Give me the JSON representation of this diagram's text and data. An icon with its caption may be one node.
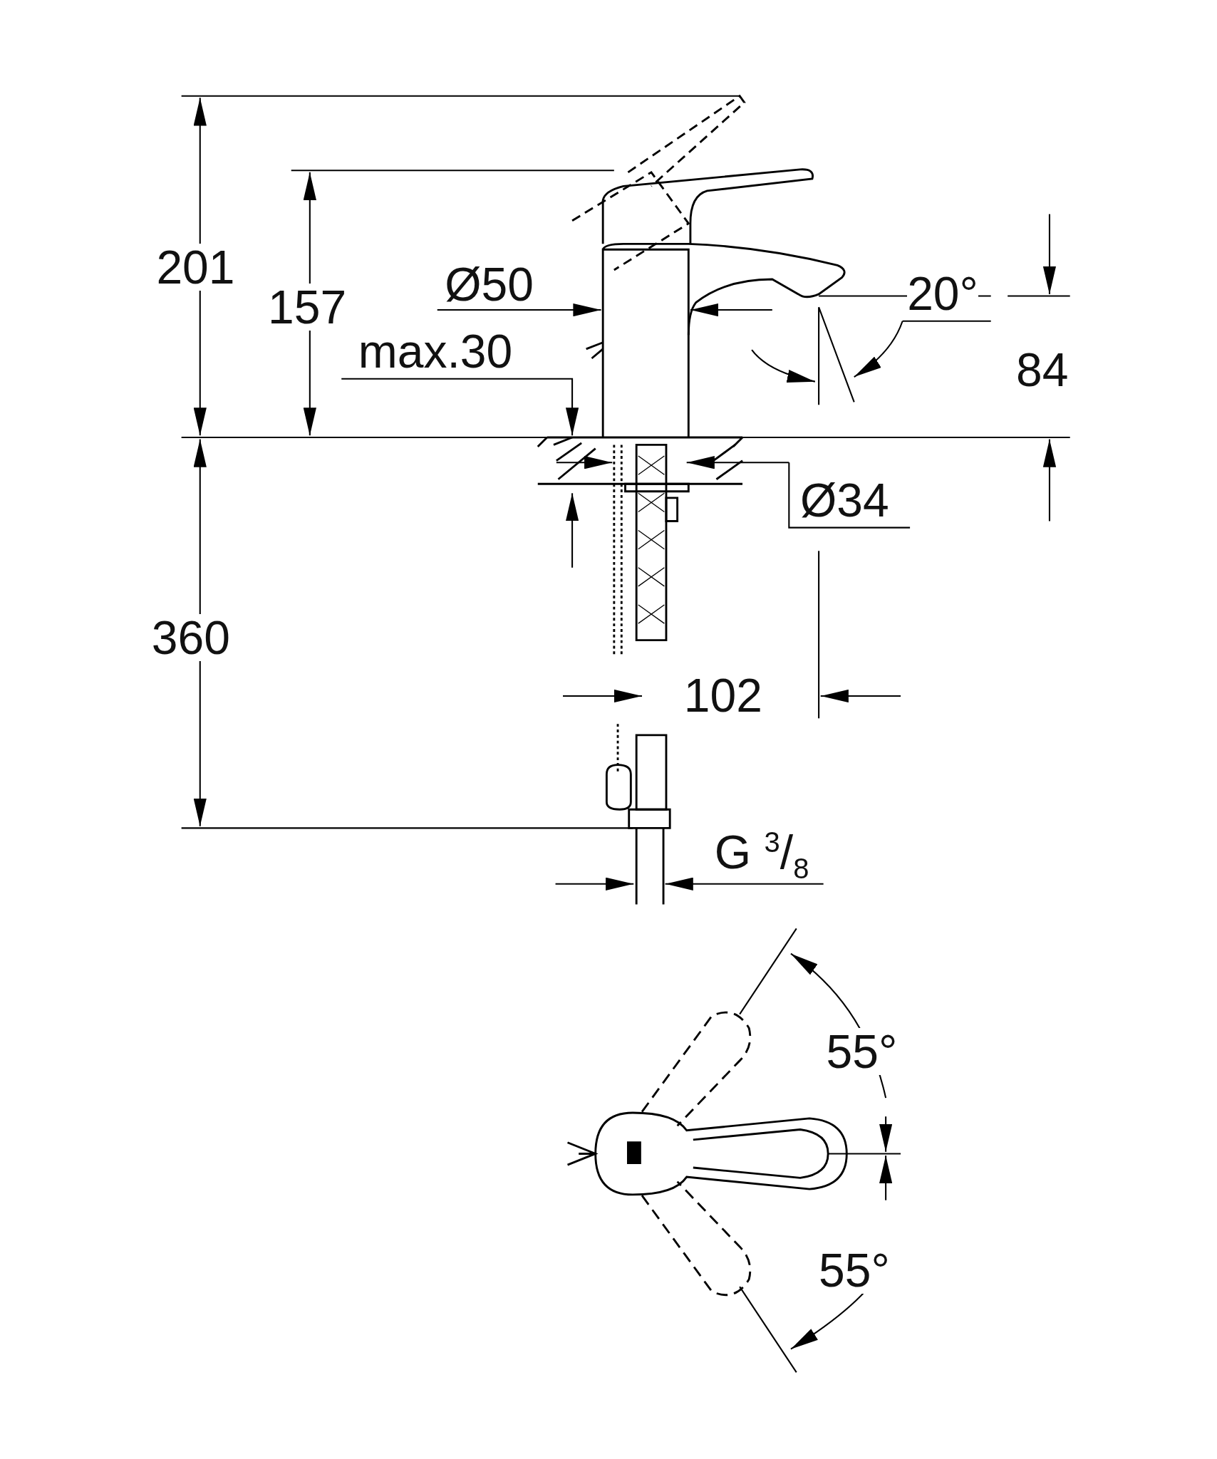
{
  "diagram": {
    "labels": [
      "201",
      "157",
      "Ø50",
      "20°",
      "max.30",
      "84",
      "Ø34",
      "360",
      "102",
      "G $^{3}$/$_{8}$",
      "55°",
      "55°"
    ]
  }
}
